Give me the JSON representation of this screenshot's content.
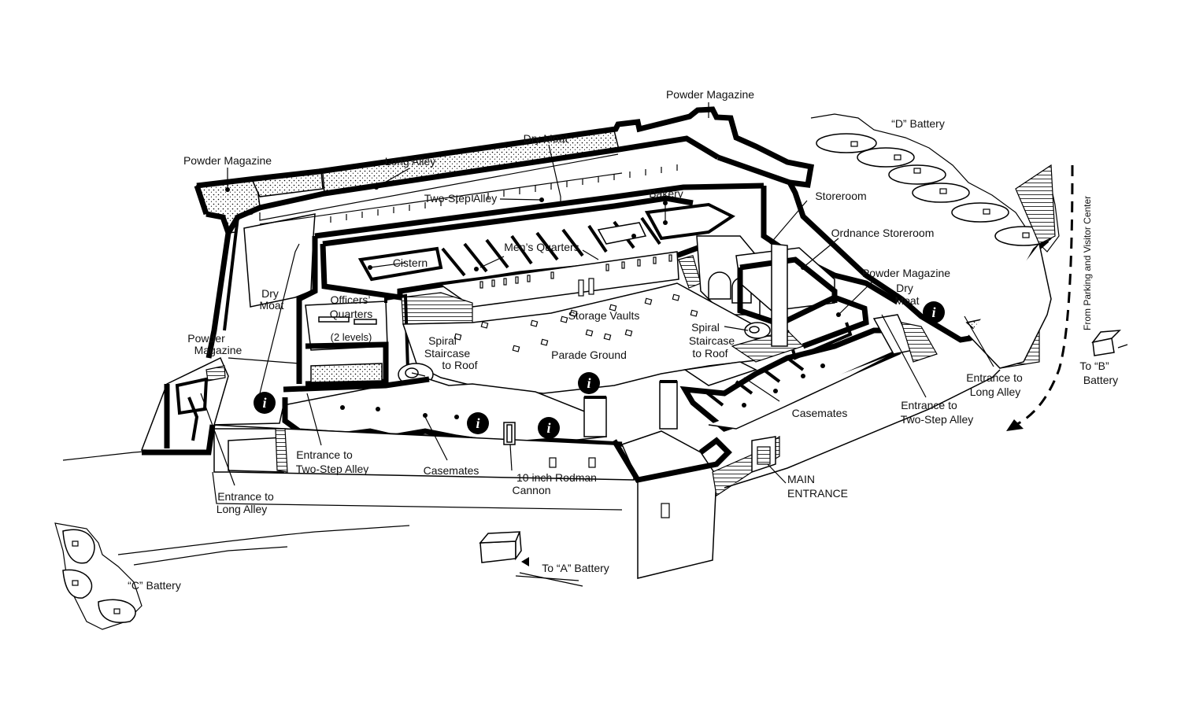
{
  "map": {
    "labels": {
      "powder_magazine_top": "Powder Magazine",
      "d_battery": "“D” Battery",
      "dry_moat_top": "Dry Moat",
      "powder_magazine_left": "Powder Magazine",
      "long_alley": "Long Alley",
      "two_step_alley": "Two-Step Alley",
      "bakery": "Bakery",
      "storeroom": "Storeroom",
      "ordnance_storeroom": "Ordnance Storeroom",
      "cistern": "Cistern",
      "mens_quarters": "Men’s Quarters",
      "powder_magazine_right": "Powder Magazine",
      "dry_moat_left_1": "Dry",
      "dry_moat_left_2": "Moat",
      "officers_1": "Officers’",
      "officers_2": "Quarters",
      "officers_3": "(2 levels)",
      "dry_moat_right_1": "Dry",
      "dry_moat_right_2": "Moat",
      "storage_vaults": "Storage Vaults",
      "spiral_right_1": "Spiral",
      "spiral_right_2": "Staircase",
      "spiral_right_3": "to Roof",
      "powder_magazine_lower_1": "Powder",
      "powder_magazine_lower_2": "Magazine",
      "spiral_left_1": "Spiral",
      "spiral_left_2": "Staircase",
      "spiral_left_3": "to Roof",
      "parade_ground": "Parade Ground",
      "from_parking": "From Parking and Visitor Center",
      "to_b_1": "To “B”",
      "to_b_2": "Battery",
      "entrance_long_right_1": "Entrance to",
      "entrance_long_right_2": "Long Alley",
      "casemates_right": "Casemates",
      "entrance_two_right_1": "Entrance to",
      "entrance_two_right_2": "Two-Step Alley",
      "entrance_two_left_1": "Entrance to",
      "entrance_two_left_2": "Two-Step Alley",
      "casemates_left": "Casemates",
      "rodman_1": "10 inch Rodman",
      "rodman_2": "Cannon",
      "main_entrance_1": "MAIN",
      "main_entrance_2": "ENTRANCE",
      "entrance_long_left_1": "Entrance to",
      "entrance_long_left_2": "Long Alley",
      "to_a_battery": "To “A” Battery",
      "c_battery": "“C” Battery"
    },
    "info_symbol": "i",
    "icons": [
      "info-icon",
      "direction-arrow-icon"
    ]
  }
}
